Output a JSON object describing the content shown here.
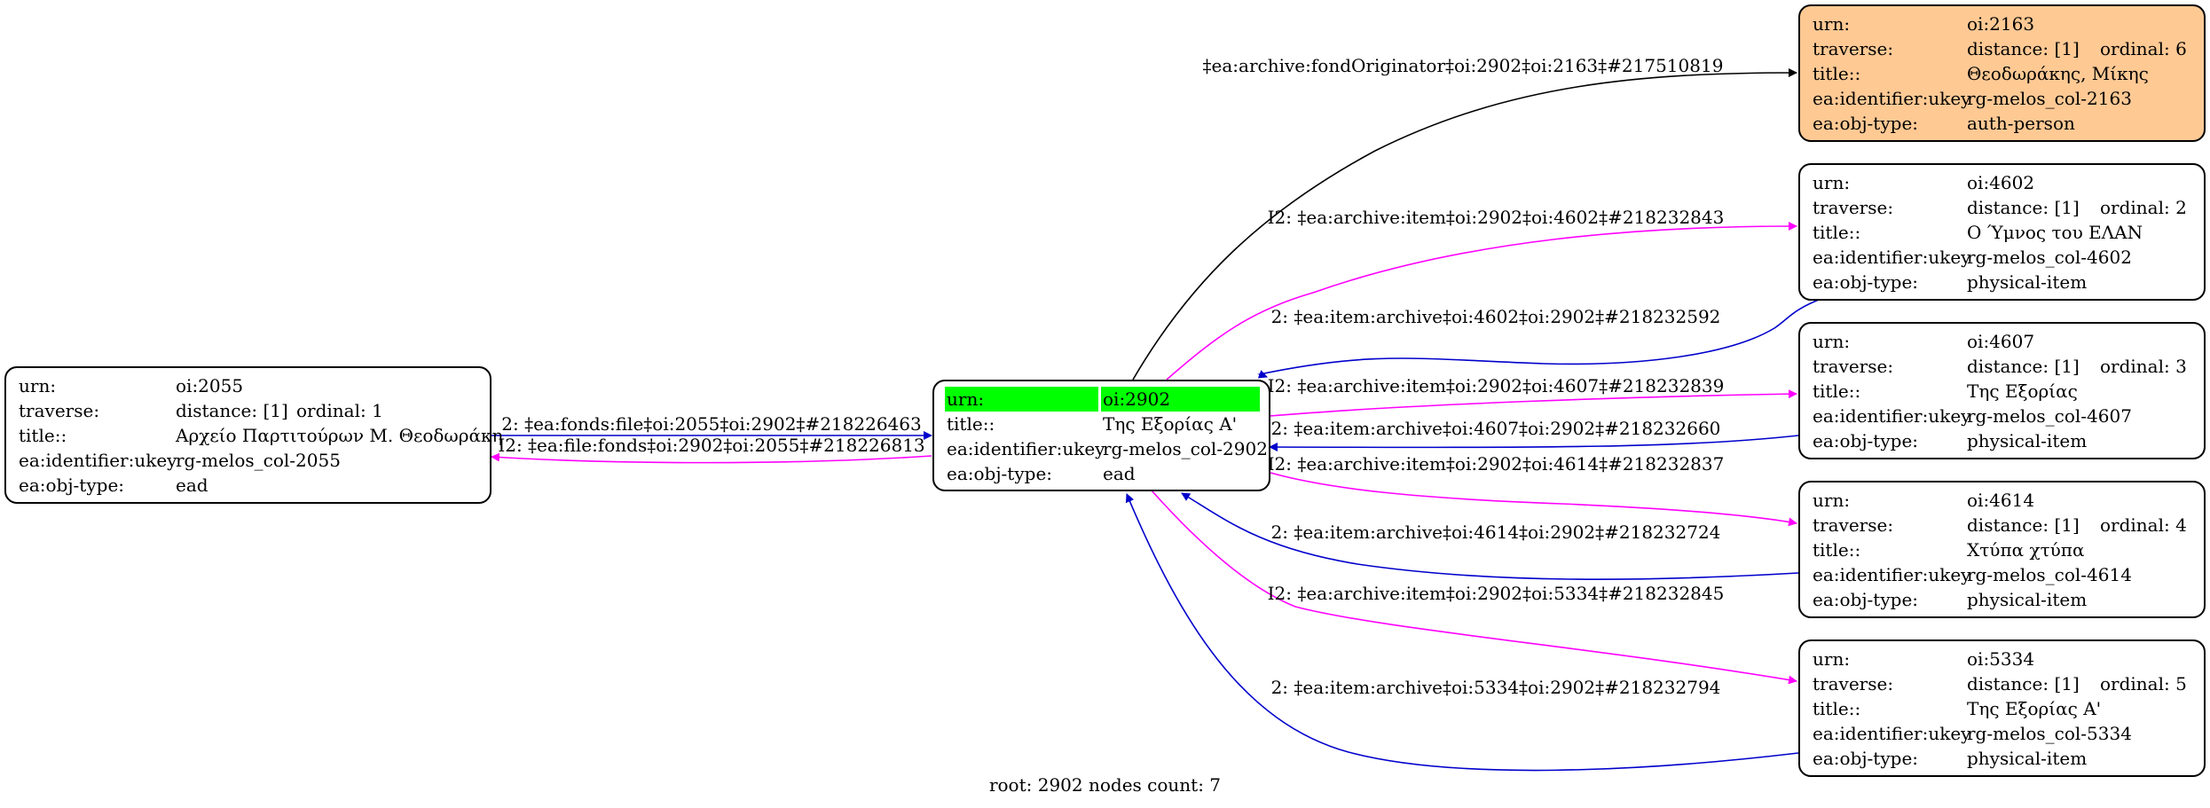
{
  "footer": "root: 2902 nodes count: 7",
  "keys": {
    "urn": "urn:",
    "traverse": "traverse:",
    "title": "title::",
    "ukey": "ea:identifier:ukey",
    "objtype": "ea:obj-type:"
  },
  "nodes": {
    "n2055": {
      "urn": "oi:2055",
      "distance": "distance: [1]",
      "ordinal": "ordinal: 1",
      "title": "Αρχείο Παρτιτούρων Μ. Θεοδωράκη",
      "ukey": "rg-melos_col-2055",
      "objtype": "ead"
    },
    "n2902": {
      "urn": "oi:2902",
      "title": "Της Εξορίας Α'",
      "ukey": "rg-melos_col-2902",
      "objtype": "ead"
    },
    "n2163": {
      "urn": "oi:2163",
      "distance": "distance: [1]",
      "ordinal": "ordinal: 6",
      "title": "Θεοδωράκης, Μίκης",
      "ukey": "rg-melos_col-2163",
      "objtype": "auth-person"
    },
    "n4602": {
      "urn": "oi:4602",
      "distance": "distance: [1]",
      "ordinal": "ordinal: 2",
      "title": "Ο Ύμνος του ΕΛΑΝ",
      "ukey": "rg-melos_col-4602",
      "objtype": "physical-item"
    },
    "n4607": {
      "urn": "oi:4607",
      "distance": "distance: [1]",
      "ordinal": "ordinal: 3",
      "title": "Της Εξορίας",
      "ukey": "rg-melos_col-4607",
      "objtype": "physical-item"
    },
    "n4614": {
      "urn": "oi:4614",
      "distance": "distance: [1]",
      "ordinal": "ordinal: 4",
      "title": "Χτύπα χτύπα",
      "ukey": "rg-melos_col-4614",
      "objtype": "physical-item"
    },
    "n5334": {
      "urn": "oi:5334",
      "distance": "distance: [1]",
      "ordinal": "ordinal: 5",
      "title": "Της Εξορίας Α'",
      "ukey": "rg-melos_col-5334",
      "objtype": "physical-item"
    }
  },
  "edges": [
    {
      "label": "‡ea:archive:fondOriginator‡oi:2902‡oi:2163‡#217510819",
      "color": "#000000"
    },
    {
      "label": "I2: ‡ea:archive:item‡oi:2902‡oi:4602‡#218232843",
      "color": "#ff00ff"
    },
    {
      "label": "2: ‡ea:item:archive‡oi:4602‡oi:2902‡#218232592",
      "color": "#0000cc"
    },
    {
      "label": "I2: ‡ea:archive:item‡oi:2902‡oi:4607‡#218232839",
      "color": "#ff00ff"
    },
    {
      "label": "2: ‡ea:item:archive‡oi:4607‡oi:2902‡#218232660",
      "color": "#0000cc"
    },
    {
      "label": "I2: ‡ea:archive:item‡oi:2902‡oi:4614‡#218232837",
      "color": "#ff00ff"
    },
    {
      "label": "2: ‡ea:item:archive‡oi:4614‡oi:2902‡#218232724",
      "color": "#0000cc"
    },
    {
      "label": "I2: ‡ea:archive:item‡oi:2902‡oi:5334‡#218232845",
      "color": "#ff00ff"
    },
    {
      "label": "2: ‡ea:item:archive‡oi:5334‡oi:2902‡#218232794",
      "color": "#0000cc"
    },
    {
      "label": "2: ‡ea:fonds:file‡oi:2055‡oi:2902‡#218226463",
      "color": "#0000cc"
    },
    {
      "label": "I2: ‡ea:file:fonds‡oi:2902‡oi:2055‡#218226813",
      "color": "#ff00ff"
    }
  ]
}
